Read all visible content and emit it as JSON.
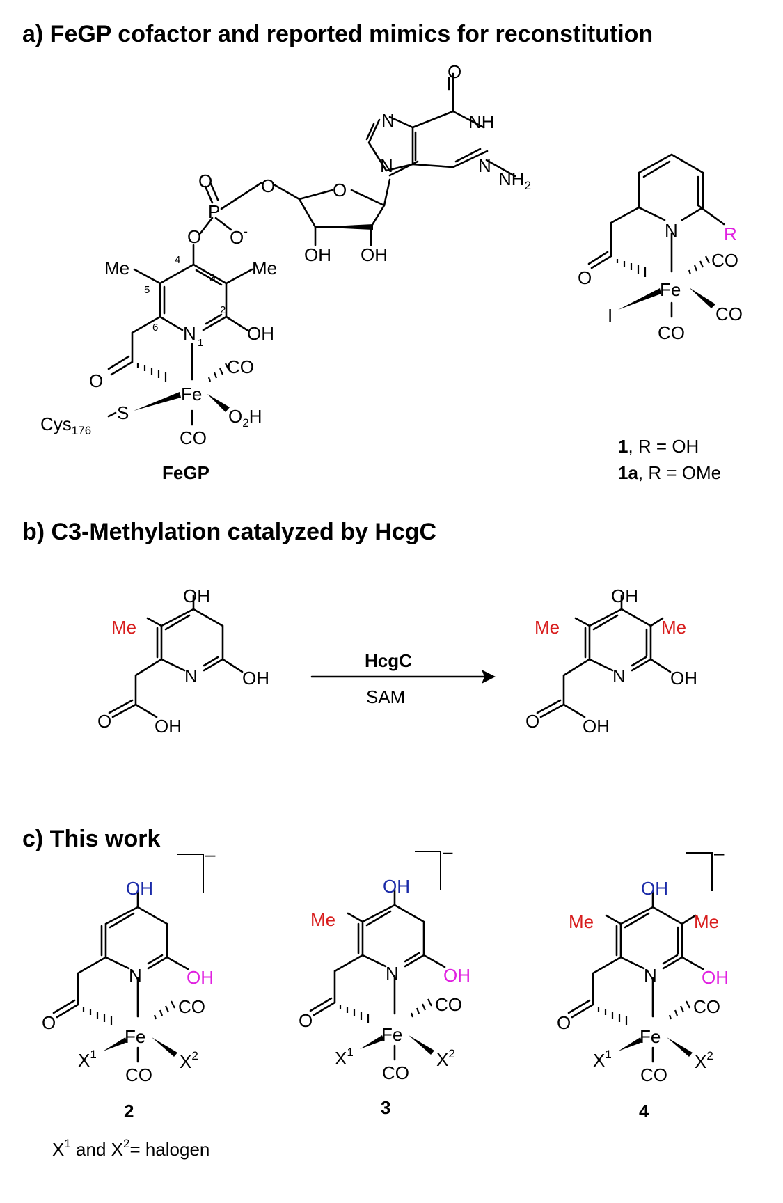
{
  "headings": {
    "a": "a) FeGP cofactor and reported mimics for reconstitution",
    "b": "b) C3-Methylation catalyzed by HcgC",
    "c": "c) This work"
  },
  "atoms": {
    "O": "O",
    "N": "N",
    "NH": "NH",
    "NH2": "NH",
    "NH2_sub": "2",
    "P": "P",
    "O_minus": "O",
    "minus": "-",
    "OH": "OH",
    "Me": "Me",
    "Fe": "Fe",
    "CO": "CO",
    "S": "S",
    "I": "I",
    "O2H": "O",
    "O2H_sub": "2",
    "O2H_H": "H",
    "Cys": "Cys",
    "Cys_sub": "176",
    "R": "R",
    "X": "X",
    "sup1": "1",
    "sup2": "2",
    "charge": "–"
  },
  "ring_numbers": [
    "1",
    "2",
    "3",
    "4",
    "5",
    "6"
  ],
  "compounds": {
    "fegp_label": "FeGP",
    "mimic_1_num": "1",
    "mimic_1_text": ", R = OH",
    "mimic_1a_num": "1a",
    "mimic_1a_text": ", R = OMe",
    "c2": "2",
    "c3": "3",
    "c4": "4",
    "halogen_note_a": "X",
    "halogen_note_b": " and X",
    "halogen_note_c": "= halogen"
  },
  "reaction": {
    "enzyme": "HcgC",
    "cofactor": "SAM"
  },
  "colors": {
    "red": "#d81e1e",
    "magenta": "#e020e0",
    "blue": "#1a2aa8"
  }
}
